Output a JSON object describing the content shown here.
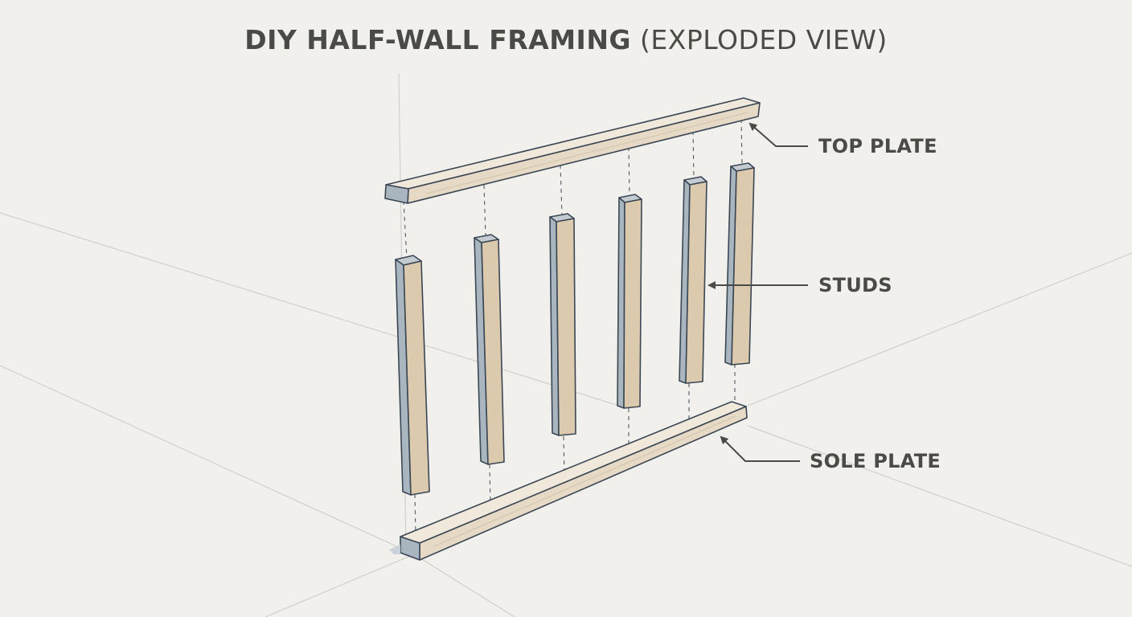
{
  "title": {
    "main": "DIY HALF-WALL FRAMING",
    "sub": "(EXPLODED VIEW)"
  },
  "callouts": {
    "top_plate": "TOP PLATE",
    "studs": "STUDS",
    "sole_plate": "SOLE PLATE"
  },
  "components": {
    "stud_count": 6
  },
  "colors": {
    "background": "#f1f0ec",
    "wood": "#e9dfcf",
    "stud_front": "#aab6bf",
    "stud_side": "#d9c7ae",
    "outline": "#3b4654",
    "guide_line": "#cfcfcb",
    "text": "#4a4a48"
  }
}
